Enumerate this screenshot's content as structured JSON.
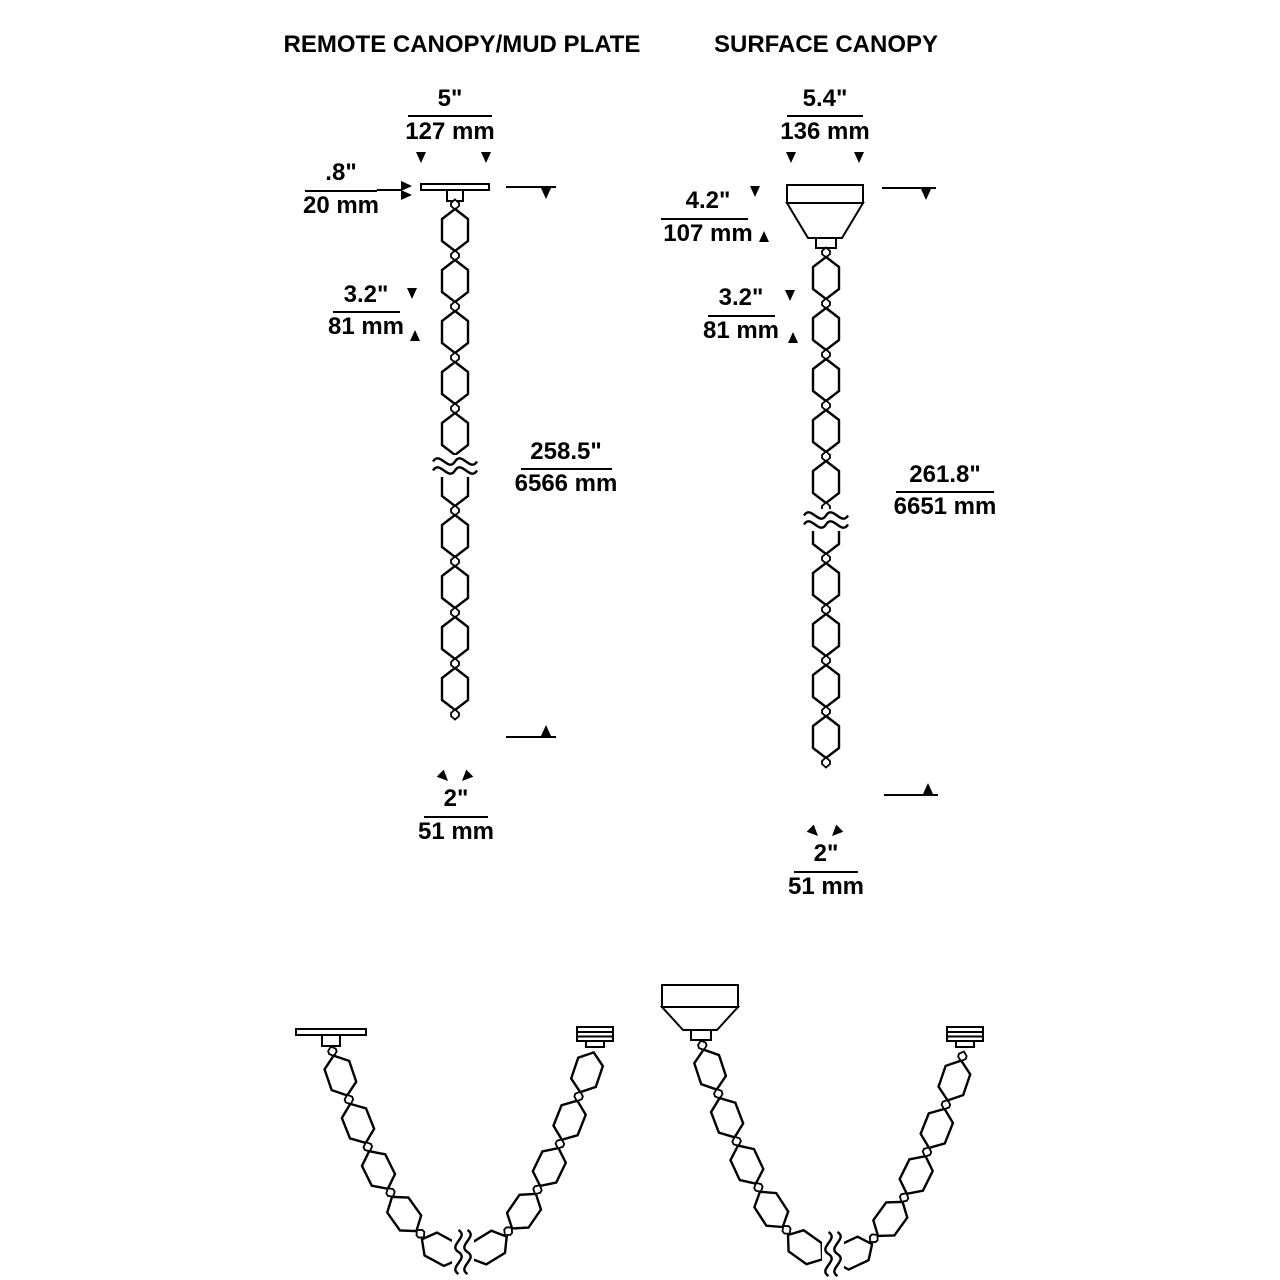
{
  "figures": {
    "remote": {
      "title": "REMOTE CANOPY/MUD PLATE",
      "width_in": "5\"",
      "width_mm": "127 mm",
      "plate_in": ".8\"",
      "plate_mm": "20 mm",
      "link_in": "3.2\"",
      "link_mm": "81 mm",
      "height_in": "258.5\"",
      "height_mm": "6566 mm",
      "bottom_in": "2\"",
      "bottom_mm": "51 mm"
    },
    "surface": {
      "title": "SURFACE CANOPY",
      "width_in": "5.4\"",
      "width_mm": "136 mm",
      "canopy_in": "4.2\"",
      "canopy_mm": "107 mm",
      "link_in": "3.2\"",
      "link_mm": "81 mm",
      "height_in": "261.8\"",
      "height_mm": "6651 mm",
      "bottom_in": "2\"",
      "bottom_mm": "51 mm"
    },
    "colors": {
      "ink": "#000000",
      "background": "#ffffff"
    }
  }
}
